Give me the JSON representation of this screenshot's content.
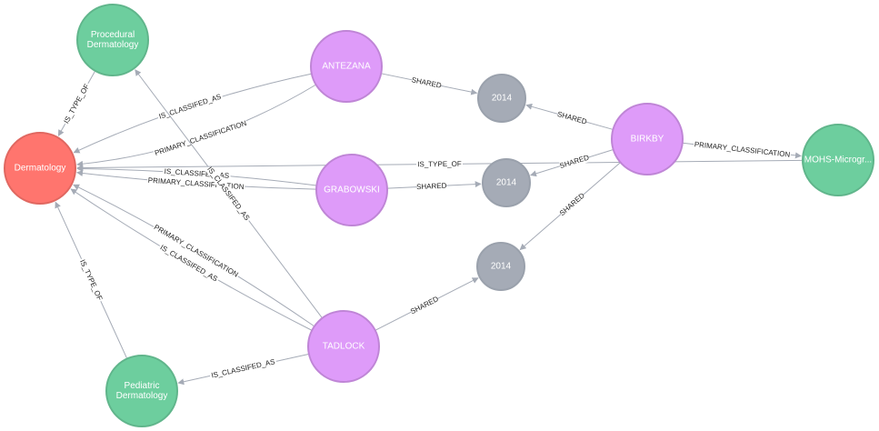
{
  "colors": {
    "Specialty": {
      "fill": "#ff756e",
      "stroke": "#e06760"
    },
    "Sub": {
      "fill": "#6dce9e",
      "stroke": "#60b58b"
    },
    "Person": {
      "fill": "#de9bf9",
      "stroke": "#bf85d6"
    },
    "Year": {
      "fill": "#a5abb6",
      "stroke": "#9aa1ac"
    },
    "edge": "#a5abb6"
  },
  "nodes": [
    {
      "id": "dermatology",
      "name": "dermatology-node",
      "group": "Specialty",
      "lines": [
        "Dermatology"
      ]
    },
    {
      "id": "procedural",
      "name": "procedural-dermatology-node",
      "group": "Sub",
      "lines": [
        "Procedural",
        "Dermatology"
      ]
    },
    {
      "id": "pediatric",
      "name": "pediatric-dermatology-node",
      "group": "Sub",
      "lines": [
        "Pediatric",
        "Dermatology"
      ]
    },
    {
      "id": "mohs",
      "name": "mohs-node",
      "group": "Sub",
      "lines": [
        "MOHS-Microgr..."
      ]
    },
    {
      "id": "antezana",
      "name": "antezana-node",
      "group": "Person",
      "lines": [
        "ANTEZANA"
      ]
    },
    {
      "id": "grabowski",
      "name": "grabowski-node",
      "group": "Person",
      "lines": [
        "GRABOWSKI"
      ]
    },
    {
      "id": "tadlock",
      "name": "tadlock-node",
      "group": "Person",
      "lines": [
        "TADLOCK"
      ]
    },
    {
      "id": "birkby",
      "name": "birkby-node",
      "group": "Person",
      "lines": [
        "BIRKBY"
      ]
    },
    {
      "id": "y1",
      "name": "year-node-1",
      "group": "Year",
      "lines": [
        "2014"
      ]
    },
    {
      "id": "y2",
      "name": "year-node-2",
      "group": "Year",
      "lines": [
        "2014"
      ]
    },
    {
      "id": "y3",
      "name": "year-node-3",
      "group": "Year",
      "lines": [
        "2014"
      ]
    }
  ],
  "edges": [
    {
      "source": "procedural",
      "target": "dermatology",
      "label": "IS_TYPE_OF"
    },
    {
      "source": "pediatric",
      "target": "dermatology",
      "label": "IS_TYPE_OF"
    },
    {
      "source": "antezana",
      "target": "dermatology",
      "label": "PRIMARY_CLASSIFICATION"
    },
    {
      "source": "antezana",
      "target": "dermatology",
      "label": "IS_CLASSIFED_AS"
    },
    {
      "source": "grabowski",
      "target": "dermatology",
      "label": "PRIMARY_CLASSIFICATION"
    },
    {
      "source": "grabowski",
      "target": "dermatology",
      "label": "IS_CLASSIFED_AS"
    },
    {
      "source": "tadlock",
      "target": "dermatology",
      "label": "IS_CLASSIFED_AS"
    },
    {
      "source": "tadlock",
      "target": "dermatology",
      "label": "PRIMARY_CLASSIFICATION"
    },
    {
      "source": "tadlock",
      "target": "procedural",
      "label": "IS_CLASSIFED_AS"
    },
    {
      "source": "tadlock",
      "target": "pediatric",
      "label": "IS_CLASSIFED_AS"
    },
    {
      "source": "mohs",
      "target": "dermatology",
      "label": "IS_TYPE_OF"
    },
    {
      "source": "birkby",
      "target": "mohs",
      "label": "PRIMARY_CLASSIFICATION"
    },
    {
      "source": "antezana",
      "target": "y1",
      "label": "SHARED"
    },
    {
      "source": "birkby",
      "target": "y1",
      "label": "SHARED"
    },
    {
      "source": "grabowski",
      "target": "y2",
      "label": "SHARED"
    },
    {
      "source": "birkby",
      "target": "y2",
      "label": "SHARED"
    },
    {
      "source": "birkby",
      "target": "y3",
      "label": "SHARED"
    },
    {
      "source": "tadlock",
      "target": "y3",
      "label": "SHARED"
    }
  ]
}
